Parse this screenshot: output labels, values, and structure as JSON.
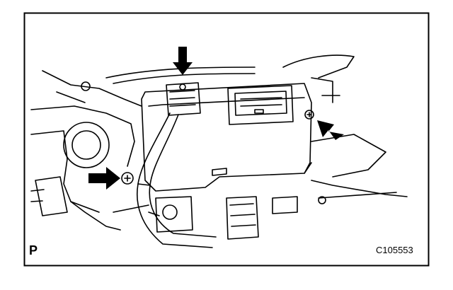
{
  "figure": {
    "corner_letter": "P",
    "figure_code": "C105553",
    "arrow_count": 3,
    "colors": {
      "ink": "#000000",
      "paper": "#ffffff"
    },
    "icons": [
      "down-arrow-icon",
      "left-arrow-icon",
      "right-arrow-icon",
      "screw-icon"
    ]
  }
}
